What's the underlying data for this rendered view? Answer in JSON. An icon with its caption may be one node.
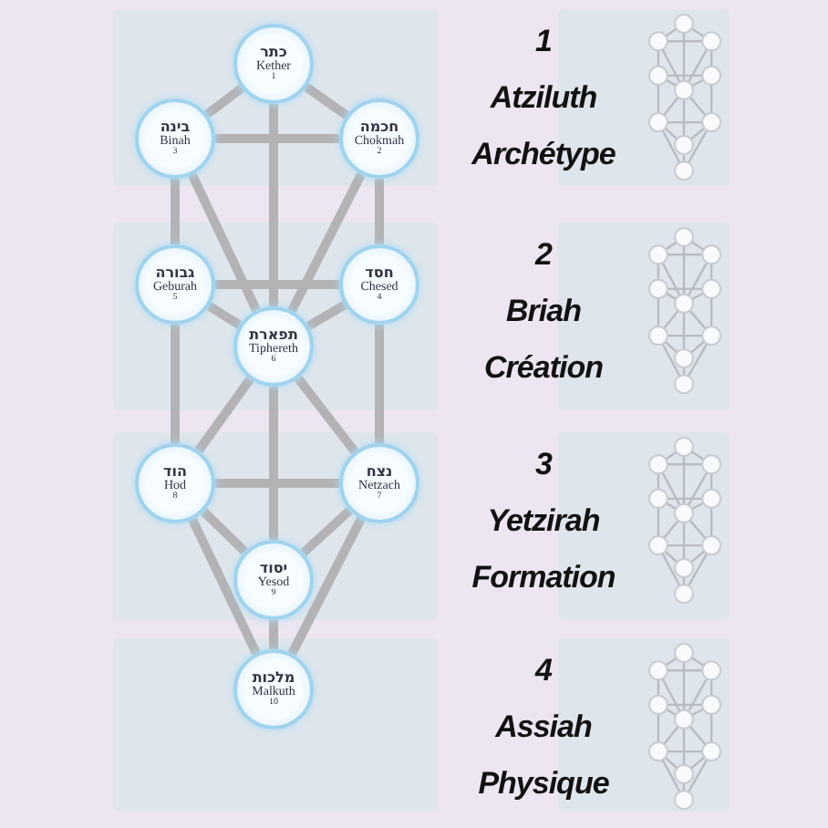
{
  "diagram": {
    "nodes": [
      {
        "text": [
          "כתר",
          "Kether",
          "1"
        ]
      },
      {
        "text": [
          "בינה",
          "Binah",
          "3"
        ]
      },
      {
        "text": [
          "חכמה",
          "Chokmah",
          "2"
        ]
      },
      {
        "text": [
          "גבורה",
          "Geburah",
          "5"
        ]
      },
      {
        "text": [
          "חסד",
          "Chesed",
          "4"
        ]
      },
      {
        "text": [
          "תפארת",
          "Tiphereth",
          "6"
        ]
      },
      {
        "text": [
          "הוד",
          "Hod",
          "8"
        ]
      },
      {
        "text": [
          "נצח",
          "Netzach",
          "7"
        ]
      },
      {
        "text": [
          "יסוד",
          "Yesod",
          "9"
        ]
      },
      {
        "text": [
          "מלכות",
          "Malkuth",
          "10"
        ]
      },
      {
        "text": [
          "1",
          "Atziluth",
          "Archétype"
        ]
      },
      {
        "text": [
          "2",
          "Briah",
          "Création"
        ]
      },
      {
        "text": [
          "3",
          "Yetzirah",
          "Formation"
        ]
      },
      {
        "text": [
          "4",
          "Assiah",
          "Physique"
        ]
      }
    ],
    "edges": [
      {
        "from": 0,
        "to": 1,
        "arrow": "none"
      },
      {
        "from": 0,
        "to": 2,
        "arrow": "none"
      },
      {
        "from": 0,
        "to": 5,
        "arrow": "none"
      },
      {
        "from": 1,
        "to": 2,
        "arrow": "none"
      },
      {
        "from": 1,
        "to": 3,
        "arrow": "none"
      },
      {
        "from": 1,
        "to": 5,
        "arrow": "none"
      },
      {
        "from": 2,
        "to": 4,
        "arrow": "none"
      },
      {
        "from": 2,
        "to": 5,
        "arrow": "none"
      },
      {
        "from": 3,
        "to": 4,
        "arrow": "none"
      },
      {
        "from": 3,
        "to": 5,
        "arrow": "none"
      },
      {
        "from": 3,
        "to": 6,
        "arrow": "none"
      },
      {
        "from": 4,
        "to": 5,
        "arrow": "none"
      },
      {
        "from": 4,
        "to": 7,
        "arrow": "none"
      },
      {
        "from": 5,
        "to": 6,
        "arrow": "none"
      },
      {
        "from": 5,
        "to": 7,
        "arrow": "none"
      },
      {
        "from": 5,
        "to": 8,
        "arrow": "none"
      },
      {
        "from": 6,
        "to": 7,
        "arrow": "none"
      },
      {
        "from": 6,
        "to": 8,
        "arrow": "none"
      },
      {
        "from": 7,
        "to": 8,
        "arrow": "none"
      },
      {
        "from": 6,
        "to": 9,
        "arrow": "none"
      },
      {
        "from": 7,
        "to": 9,
        "arrow": "none"
      },
      {
        "from": 8,
        "to": 9,
        "arrow": "none"
      }
    ]
  }
}
